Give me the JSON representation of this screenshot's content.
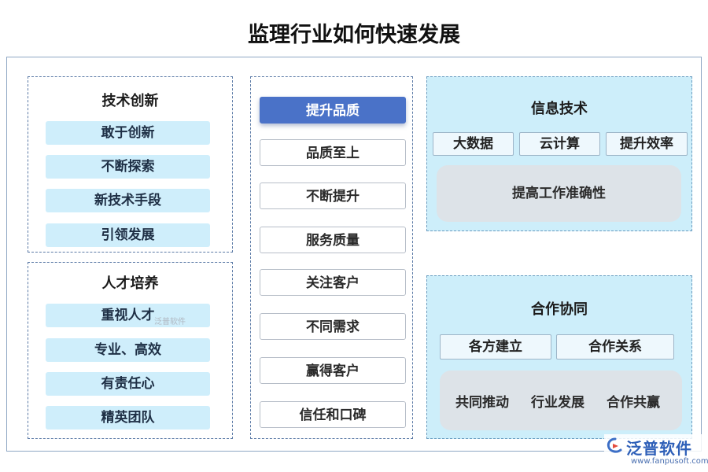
{
  "title": "监理行业如何快速发展",
  "tech_innovation": {
    "title": "技术创新",
    "items": [
      "敢于创新",
      "不断探索",
      "新技术手段",
      "引领发展"
    ]
  },
  "talent": {
    "title": "人才培养",
    "items": [
      "重视人才",
      "专业、高效",
      "有责任心",
      "精英团队"
    ]
  },
  "quality": {
    "items": [
      "提升品质",
      "品质至上",
      "不断提升",
      "服务质量",
      "关注客户",
      "不同需求",
      "赢得客户",
      "信任和口碑"
    ]
  },
  "info_tech": {
    "title": "信息技术",
    "tags": [
      "大数据",
      "云计算",
      "提升效率"
    ],
    "summary": "提高工作准确性"
  },
  "cooperation": {
    "title": "合作协同",
    "tags": [
      "各方建立",
      "合作关系"
    ],
    "summary_items": [
      "共同推动",
      "行业发展",
      "合作共赢"
    ]
  },
  "watermark": {
    "small": "泛普软件",
    "brand": "泛普软件",
    "url": "www.fanpusoft.com"
  },
  "colors": {
    "accent": "#4a72c8",
    "pill": "#cfeefb",
    "panel": "#cdeefa",
    "grey": "#dde3e8"
  }
}
